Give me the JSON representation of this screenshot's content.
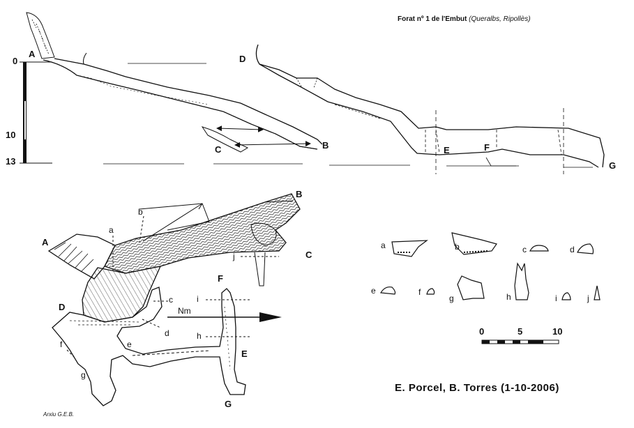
{
  "title": {
    "main": "Forat nº 1 de l'Embut",
    "location": "(Queralbs, Ripollès)"
  },
  "credits": "E. Porcel, B. Torres (1-10-2006)",
  "archive": "Arxiu G.E.B.",
  "depth_scale": {
    "ticks": [
      "0",
      "10",
      "13"
    ]
  },
  "length_scale": {
    "ticks": [
      "0",
      "5",
      "10"
    ]
  },
  "north_label": "Nm",
  "profile_points": [
    "A",
    "B",
    "C",
    "D",
    "E",
    "F",
    "G"
  ],
  "plan_points": [
    "A",
    "B",
    "C",
    "D",
    "E",
    "F",
    "G"
  ],
  "section_labels": [
    "a",
    "b",
    "c",
    "d",
    "e",
    "f",
    "g",
    "h",
    "i",
    "j"
  ],
  "colors": {
    "ink": "#111111",
    "paper": "#ffffff"
  }
}
